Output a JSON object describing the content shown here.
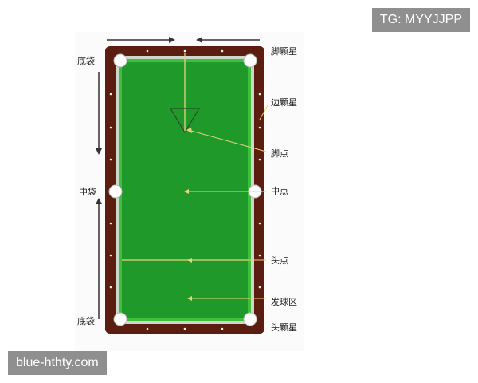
{
  "overlays": {
    "telegram_handle": "TG: MYYJJPP",
    "site_watermark": "blue-hthty.com"
  },
  "colors": {
    "cloth": "#1f9a2a",
    "cloth_edge": "#3fbf3b",
    "rail_wood": "#5a1d10",
    "rail_light": "#cdd8cd",
    "guide_line": "#e9d27a",
    "pocket": "#ffffff",
    "diamond": "#f2f2f2",
    "arrow": "#333333"
  },
  "pocket_labels": {
    "top_left": "底袋",
    "middle_left": "中袋",
    "bottom_left": "底袋"
  },
  "callouts": {
    "top_rail": "脚颗星",
    "side_rail": "边颗星",
    "foot_spot": "脚点",
    "center_spot": "中点",
    "head_spot": "头点",
    "kitchen": "发球区",
    "bottom_rail": "头颗星"
  }
}
